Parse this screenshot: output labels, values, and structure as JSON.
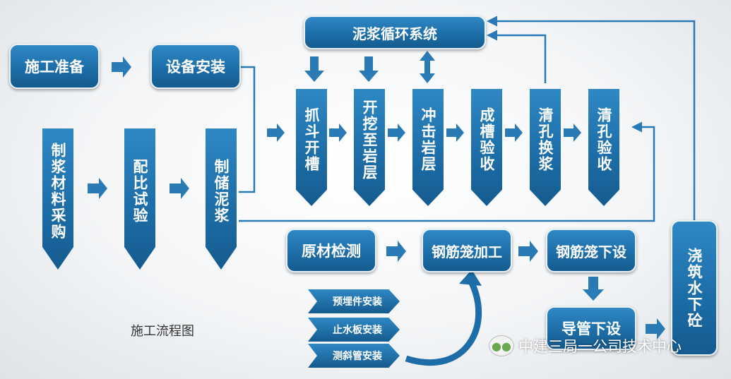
{
  "nodes": {
    "prep": "施工准备",
    "install": "设备安装",
    "purchase": "制浆材料采购",
    "ratio": "配比试验",
    "store": "制储泥浆",
    "mud_system": "泥浆循环系统",
    "grab": "抓斗开槽",
    "excavate": "开挖至岩层",
    "impact": "冲击岩层",
    "trench_check": "成槽验收",
    "clean_swap": "清孔换浆",
    "clean_check": "清孔验收",
    "material_test": "原材检测",
    "cage_make": "钢筋笼加工",
    "cage_lower": "钢筋笼下设",
    "pipe_lower": "导管下设",
    "pour": "浇筑水下砼"
  },
  "sub_items": [
    "预埋件安装",
    "止水板安装",
    "测斜管安装"
  ],
  "caption": "施工流程图",
  "watermark": {
    "icon": "wechat-icon",
    "text": "中建三局一公司技术中心"
  },
  "colors": {
    "box_fill": "#1d6ea8",
    "connector": "#2a7bb5"
  }
}
